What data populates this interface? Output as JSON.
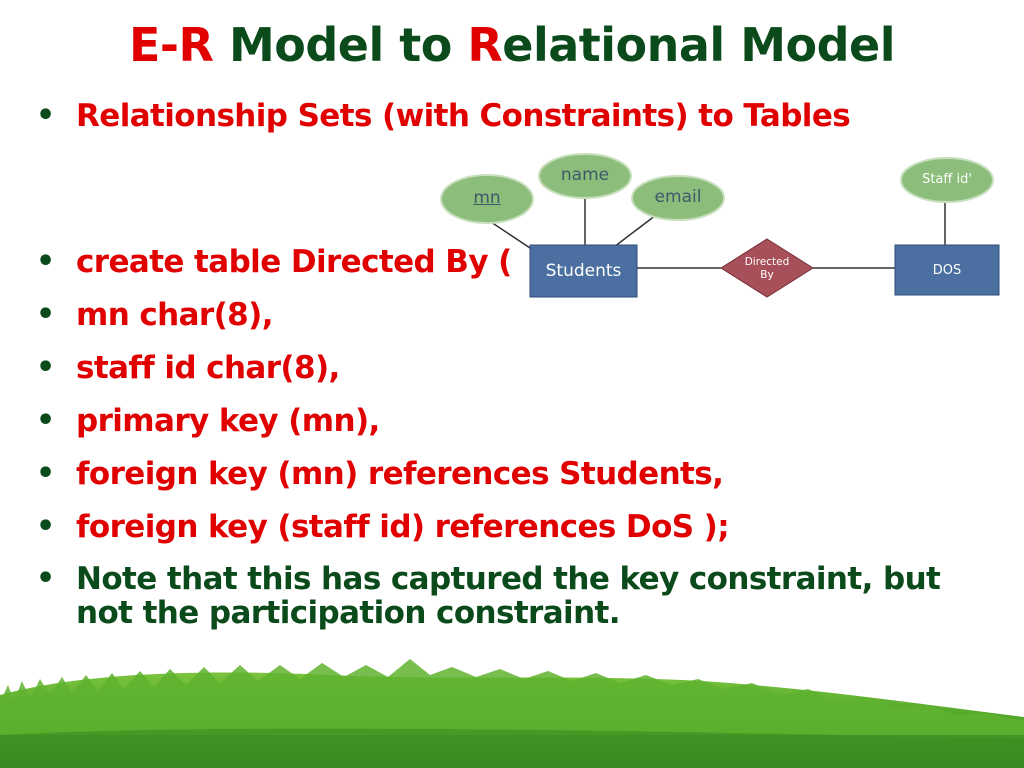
{
  "slide": {
    "title": {
      "part1_red": "E-R",
      "part2": " Model to ",
      "part3_red": "R",
      "part4": "elational Model"
    },
    "bullets": [
      "Relationship Sets (with Constraints) to Tables",
      "create table Directed By (",
      "mn char(8),",
      "staff id char(8),",
      "primary key (mn),",
      "foreign key (mn) references Students,",
      "foreign key (staff id) references DoS );",
      "Note that this has captured the key constraint, but not the participation constraint."
    ]
  },
  "diagram": {
    "entities": [
      "Students",
      "DOS"
    ],
    "relationship": [
      "Directed",
      "By"
    ],
    "attributes": [
      "mn",
      "name",
      "email",
      "Staff id'"
    ],
    "colors": {
      "entity": "#4a6fa0",
      "relationship": "#a8505a",
      "attribute": "#8cbd7a",
      "title_green": "#0b4a1a",
      "title_red": "#e00000",
      "grass": "#4fa52a"
    }
  }
}
